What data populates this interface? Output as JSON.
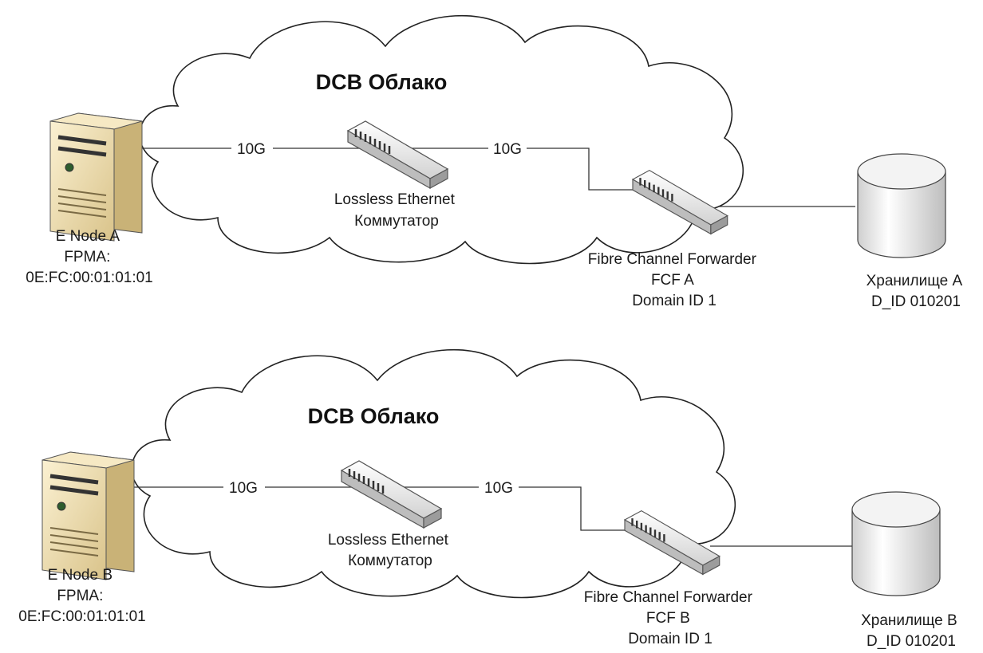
{
  "diagrams": [
    {
      "cloud_title": "DCB Облако",
      "node_lines": [
        "E Node A",
        "FPMA:",
        "0E:FC:00:01:01:01"
      ],
      "link1_label": "10G",
      "link2_label": "10G",
      "switch_lines": [
        "Lossless Ethernet",
        "Коммутатор"
      ],
      "fcf_lines": [
        "Fibre Channel Forwarder",
        "FCF A",
        "Domain ID 1"
      ],
      "storage_lines": [
        "Хранилище A",
        "D_ID 010201"
      ]
    },
    {
      "cloud_title": "DCB Облако",
      "node_lines": [
        "E Node B",
        "FPMA:",
        "0E:FC:00:01:01:01"
      ],
      "link1_label": "10G",
      "link2_label": "10G",
      "switch_lines": [
        "Lossless Ethernet",
        "Коммутатор"
      ],
      "fcf_lines": [
        "Fibre Channel Forwarder",
        "FCF B",
        "Domain ID 1"
      ],
      "storage_lines": [
        "Хранилище B",
        "D_ID 010201"
      ]
    }
  ],
  "icons": {
    "server": "server-icon",
    "switch": "ethernet-switch-icon",
    "fcf": "fcf-switch-icon",
    "storage": "storage-disk-icon"
  },
  "colors": {
    "line": "#333333",
    "cloud_stroke": "#222222",
    "cloud_fill": "#ffffff",
    "server_body": "#f2e2b5",
    "switch_body": "#e6e6e6"
  }
}
